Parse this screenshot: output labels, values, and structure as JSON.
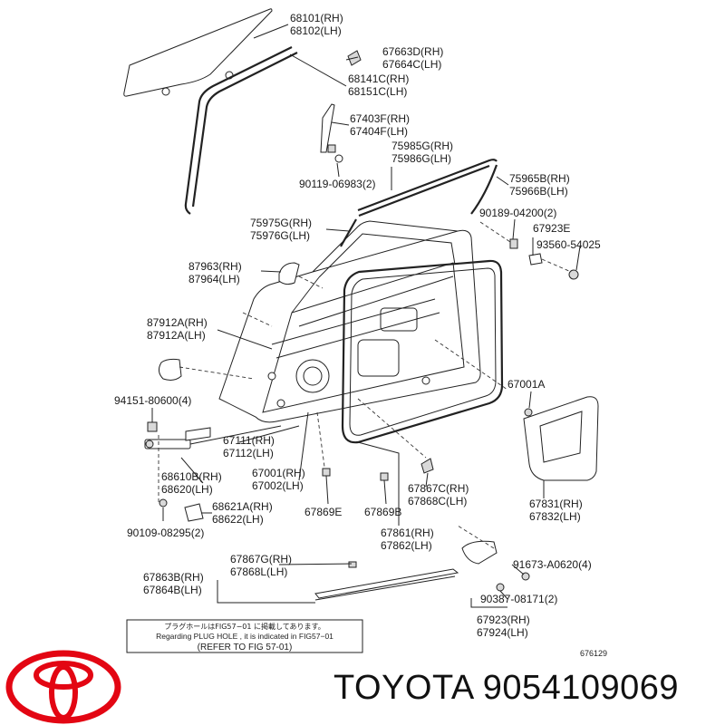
{
  "diagram": {
    "labels": [
      {
        "id": "l1a",
        "text": "68101(RH)"
      },
      {
        "id": "l1b",
        "text": "68102(LH)"
      },
      {
        "id": "l2a",
        "text": "67663D(RH)"
      },
      {
        "id": "l2b",
        "text": "67664C(LH)"
      },
      {
        "id": "l3a",
        "text": "68141C(RH)"
      },
      {
        "id": "l3b",
        "text": "68151C(LH)"
      },
      {
        "id": "l4a",
        "text": "67403F(RH)"
      },
      {
        "id": "l4b",
        "text": "67404F(LH)"
      },
      {
        "id": "l5a",
        "text": "75985G(RH)"
      },
      {
        "id": "l5b",
        "text": "75986G(LH)"
      },
      {
        "id": "l6",
        "text": "90119-06983(2)"
      },
      {
        "id": "l7a",
        "text": "75965B(RH)"
      },
      {
        "id": "l7b",
        "text": "75966B(LH)"
      },
      {
        "id": "l8",
        "text": "90189-04200(2)"
      },
      {
        "id": "l9a",
        "text": "75975G(RH)"
      },
      {
        "id": "l9b",
        "text": "75976G(LH)"
      },
      {
        "id": "l10",
        "text": "67923E"
      },
      {
        "id": "l11",
        "text": "93560-54025"
      },
      {
        "id": "l12a",
        "text": "87963(RH)"
      },
      {
        "id": "l12b",
        "text": "87964(LH)"
      },
      {
        "id": "l13a",
        "text": "87912A(RH)"
      },
      {
        "id": "l13b",
        "text": "87912A(LH)"
      },
      {
        "id": "l14",
        "text": "67001A"
      },
      {
        "id": "l15",
        "text": "94151-80600(4)"
      },
      {
        "id": "l16a",
        "text": "67111(RH)"
      },
      {
        "id": "l16b",
        "text": "67112(LH)"
      },
      {
        "id": "l17a",
        "text": "68610B(RH)"
      },
      {
        "id": "l17b",
        "text": "68620(LH)"
      },
      {
        "id": "l18a",
        "text": "67001(RH)"
      },
      {
        "id": "l18b",
        "text": "67002(LH)"
      },
      {
        "id": "l19a",
        "text": "67867C(RH)"
      },
      {
        "id": "l19b",
        "text": "67868C(LH)"
      },
      {
        "id": "l20a",
        "text": "67831(RH)"
      },
      {
        "id": "l20b",
        "text": "67832(LH)"
      },
      {
        "id": "l21a",
        "text": "68621A(RH)"
      },
      {
        "id": "l21b",
        "text": "68622(LH)"
      },
      {
        "id": "l22",
        "text": "67869E"
      },
      {
        "id": "l23",
        "text": "67869B"
      },
      {
        "id": "l24",
        "text": "90109-08295(2)"
      },
      {
        "id": "l25a",
        "text": "67861(RH)"
      },
      {
        "id": "l25b",
        "text": "67862(LH)"
      },
      {
        "id": "l26a",
        "text": "67867G(RH)"
      },
      {
        "id": "l26b",
        "text": "67868L(LH)"
      },
      {
        "id": "l27",
        "text": "91673-A0620(4)"
      },
      {
        "id": "l28a",
        "text": "67863B(RH)"
      },
      {
        "id": "l28b",
        "text": "67864B(LH)"
      },
      {
        "id": "l29",
        "text": "90387-08171(2)"
      },
      {
        "id": "l30a",
        "text": "67923(RH)"
      },
      {
        "id": "l30b",
        "text": "67924(LH)"
      }
    ],
    "note": {
      "line1": "プラグホールはFIG57−01 に掲載してあります。",
      "line2": "Regarding  PLUG HOLE , it is indicated in  FIG57−01",
      "line3": "(REFER TO FIG 57-01)"
    },
    "figure_number": "676129"
  },
  "brand": {
    "name": "TOYOTA",
    "part_number": "9054109069",
    "logo_color": "#e30613"
  }
}
